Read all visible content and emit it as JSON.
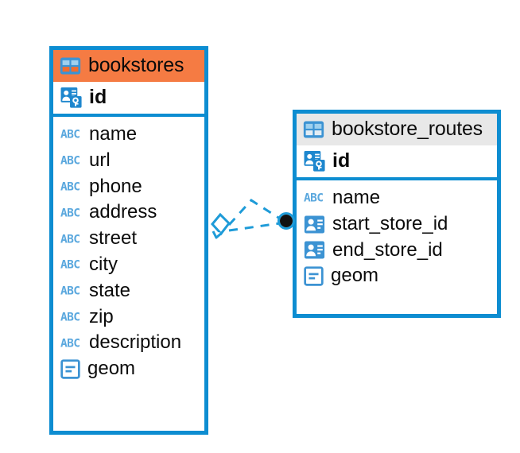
{
  "diagram": {
    "type": "entity-relationship-diagram",
    "colors": {
      "edge": "#0D8DD1",
      "selected_header": "#F57B43",
      "unselected_header": "#E8E8E8",
      "icon_blue": "#3C93D3",
      "abc_blue": "#5BA8DE",
      "endpoint_dot": "#111111",
      "canvas": "#ffffff"
    },
    "tables": [
      {
        "id": "bookstores",
        "name": "bookstores",
        "selected": true,
        "header_icon": "table-icon",
        "primary_key": {
          "name": "id",
          "icon": "primary-key-icon"
        },
        "columns": [
          {
            "name": "name",
            "icon": "text-type-icon",
            "type_label": "ABC"
          },
          {
            "name": "url",
            "icon": "text-type-icon",
            "type_label": "ABC"
          },
          {
            "name": "phone",
            "icon": "text-type-icon",
            "type_label": "ABC"
          },
          {
            "name": "address",
            "icon": "text-type-icon",
            "type_label": "ABC"
          },
          {
            "name": "street",
            "icon": "text-type-icon",
            "type_label": "ABC"
          },
          {
            "name": "city",
            "icon": "text-type-icon",
            "type_label": "ABC"
          },
          {
            "name": "state",
            "icon": "text-type-icon",
            "type_label": "ABC"
          },
          {
            "name": "zip",
            "icon": "text-type-icon",
            "type_label": "ABC"
          },
          {
            "name": "description",
            "icon": "text-type-icon",
            "type_label": "ABC"
          },
          {
            "name": "geom",
            "icon": "geometry-type-icon",
            "type_label": ""
          }
        ]
      },
      {
        "id": "bookstore_routes",
        "name": "bookstore_routes",
        "selected": false,
        "header_icon": "table-icon",
        "primary_key": {
          "name": "id",
          "icon": "primary-key-icon"
        },
        "columns": [
          {
            "name": "name",
            "icon": "text-type-icon",
            "type_label": "ABC"
          },
          {
            "name": "start_store_id",
            "icon": "foreign-key-icon",
            "type_label": ""
          },
          {
            "name": "end_store_id",
            "icon": "foreign-key-icon",
            "type_label": ""
          },
          {
            "name": "geom",
            "icon": "geometry-type-icon",
            "type_label": ""
          }
        ]
      }
    ],
    "relationships": [
      {
        "from_table": "bookstores",
        "to_table": "bookstore_routes",
        "from_marker": "diamond-marker",
        "to_marker": "dot-marker",
        "style": "dashed",
        "branches": 2
      }
    ]
  }
}
